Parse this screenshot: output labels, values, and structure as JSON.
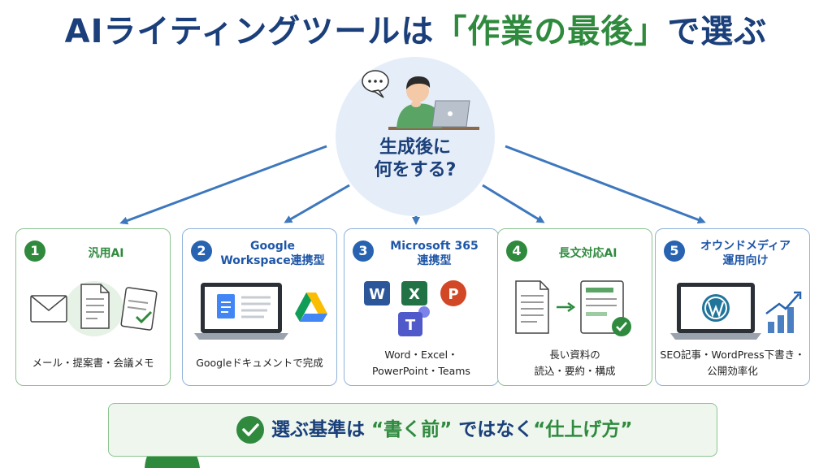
{
  "title": {
    "prefix": "AIライティングツールは",
    "highlight": "「作業の最後」",
    "suffix": "で選ぶ"
  },
  "center": {
    "line1": "生成後に",
    "line2": "何をする?",
    "bubble_icon": "speech-bubble-icon",
    "figure": "person-with-laptop"
  },
  "cards": [
    {
      "num": "1",
      "title": "汎用AI",
      "desc": "メール・提案書・会議メモ",
      "theme": "green",
      "icons": [
        "envelope-icon",
        "document-icon",
        "notepad-check-icon"
      ]
    },
    {
      "num": "2",
      "title": "Google\nWorkspace連携型",
      "desc": "Googleドキュメントで完成",
      "theme": "blue",
      "icons": [
        "laptop-google-docs-icon",
        "google-drive-icon"
      ]
    },
    {
      "num": "3",
      "title": "Microsoft 365\n連携型",
      "desc": "Word・Excel・\nPowerPoint・Teams",
      "theme": "blue",
      "icons": [
        "word-icon",
        "excel-icon",
        "powerpoint-icon",
        "teams-icon"
      ],
      "icon_letters": [
        "W",
        "X",
        "P",
        "T"
      ]
    },
    {
      "num": "4",
      "title": "長文対応AI",
      "desc": "長い資料の\n読込・要約・構成",
      "theme": "green",
      "icons": [
        "long-document-icon",
        "arrow-right-icon",
        "summary-check-icon"
      ]
    },
    {
      "num": "5",
      "title": "オウンドメディア\n運用向け",
      "desc": "SEO記事・WordPress下書き・\n公開効率化",
      "theme": "blue",
      "icons": [
        "laptop-wordpress-icon",
        "growth-chart-icon"
      ]
    }
  ],
  "banner": {
    "prefix": "選ぶ基準は",
    "q1": "“書く前”",
    "mid": "ではなく",
    "q2": "“仕上げ方”",
    "icon": "check-circle-icon",
    "figure": "woman-pointing"
  },
  "colors": {
    "navy": "#1a3f7a",
    "green": "#2f8a3e",
    "blue": "#2763b0",
    "arrow": "#3d77bd"
  }
}
